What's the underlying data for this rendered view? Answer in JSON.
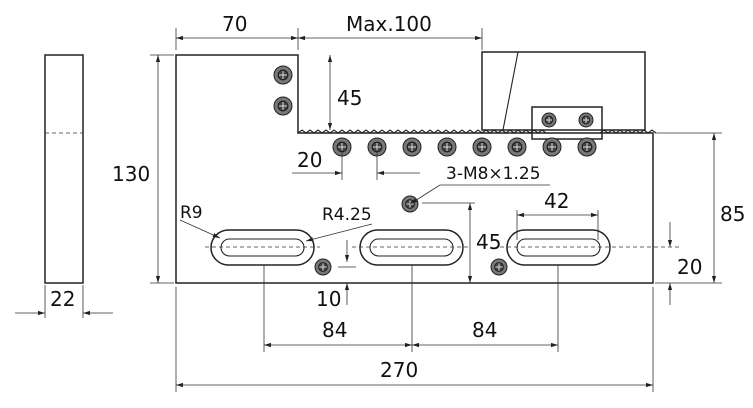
{
  "dimensions": {
    "width_top_left": "70",
    "max_travel": "Max.100",
    "height_step": "45",
    "overall_height": "130",
    "pitch_small": "20",
    "thread_note": "3-M8×1.25",
    "slot_end_radius": "R9",
    "slot_inner_radius": "R4.25",
    "slot_length": "42",
    "slot_row_height": "45",
    "right_height": "85",
    "slot_offset": "20",
    "hole_offset": "10",
    "slot_spacing_left": "84",
    "slot_spacing_right": "84",
    "overall_width": "270",
    "side_thickness": "22"
  }
}
